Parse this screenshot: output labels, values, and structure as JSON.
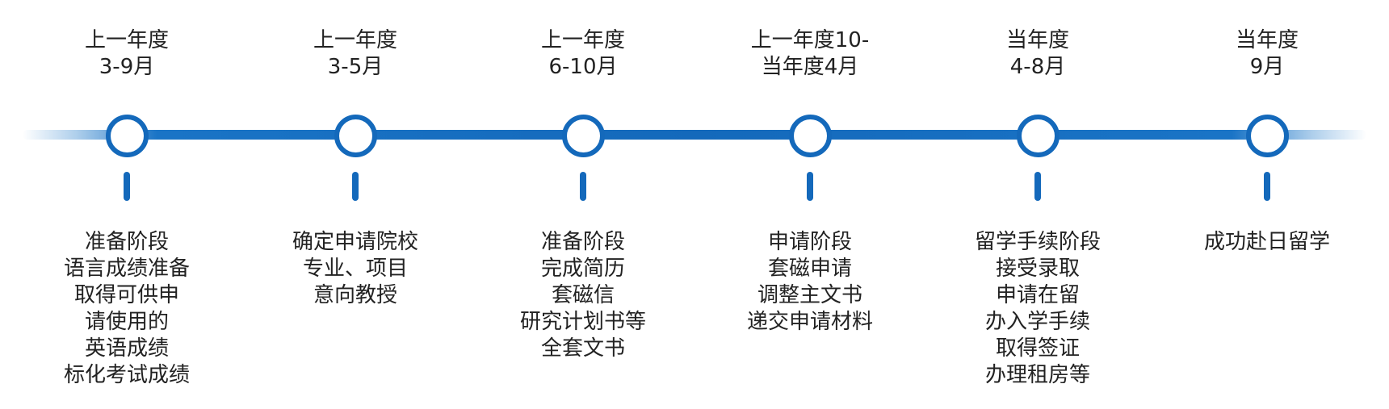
{
  "milestones": [
    {
      "date_lines": [
        "上一年度",
        "3-9月"
      ],
      "desc_lines": [
        "准备阶段",
        "语言成绩准备",
        "取得可供申",
        "请使用的",
        "英语成绩",
        "标化考试成绩"
      ]
    },
    {
      "date_lines": [
        "上一年度",
        "3-5月"
      ],
      "desc_lines": [
        "确定申请院校",
        "专业、项目",
        "意向教授"
      ]
    },
    {
      "date_lines": [
        "上一年度",
        "6-10月"
      ],
      "desc_lines": [
        "准备阶段",
        "完成简历",
        "套磁信",
        "研究计划书等",
        "全套文书"
      ]
    },
    {
      "date_lines": [
        "上一年度10-",
        "当年度4月"
      ],
      "desc_lines": [
        "申请阶段",
        "套磁申请",
        "调整主文书",
        "递交申请材料"
      ]
    },
    {
      "date_lines": [
        "当年度",
        "4-8月"
      ],
      "desc_lines": [
        "留学手续阶段",
        "接受录取",
        "申请在留",
        "办入学手续",
        "取得签证",
        "办理租房等"
      ]
    },
    {
      "date_lines": [
        "当年度",
        "9月"
      ],
      "desc_lines": [
        "成功赴日留学"
      ]
    }
  ],
  "colors": {
    "accent": "#1469bb",
    "text": "#222222",
    "node_fill": "#ffffff"
  }
}
